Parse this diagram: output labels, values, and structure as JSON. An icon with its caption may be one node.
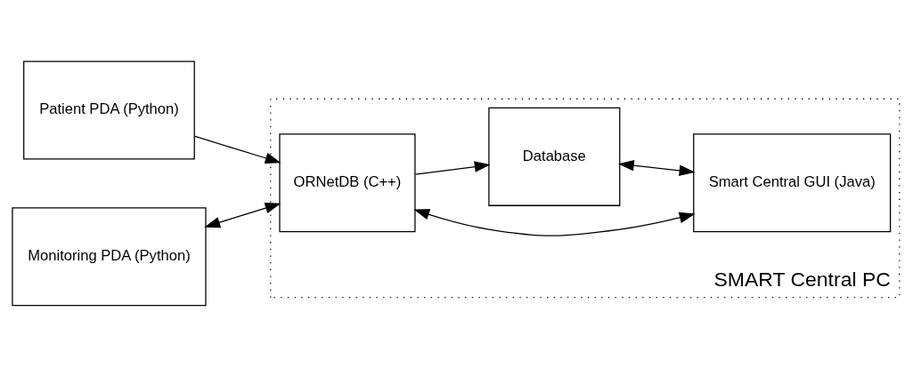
{
  "diagram": {
    "nodes": [
      {
        "text": [
          "Patient PDA (Python)"
        ]
      },
      {
        "text": [
          "SMART Central PC"
        ]
      },
      {
        "text": [
          "ORNetDB (C++)"
        ],
        "in": 1
      },
      {
        "text": [
          "Smart Central GUI (Java)"
        ],
        "in": 1
      },
      {
        "text": [
          "Database"
        ],
        "in": 1
      },
      {
        "text": [
          "Monitoring PDA (Python)"
        ]
      }
    ],
    "edges": [
      {
        "from": 0,
        "to": 2,
        "arrow": "to"
      },
      {
        "from": 2,
        "to": 3,
        "arrow": "both"
      },
      {
        "from": 2,
        "to": 4,
        "arrow": "to"
      },
      {
        "from": 4,
        "to": 3,
        "arrow": "both"
      },
      {
        "from": 5,
        "to": 2,
        "arrow": "both"
      }
    ]
  }
}
